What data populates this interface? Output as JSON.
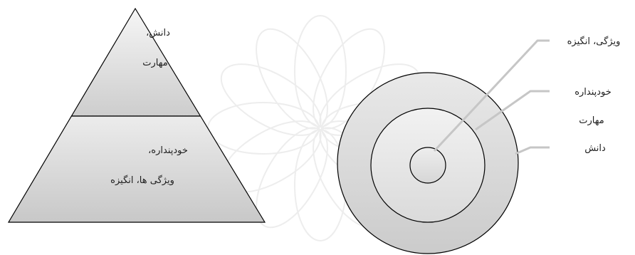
{
  "pyramid": {
    "top": {
      "line1": "دانش،",
      "line2": "مهارت"
    },
    "bottom": {
      "line1": "خودپنداره،",
      "line2": "ویژگی ها، انگیزه"
    }
  },
  "onion": {
    "labels": [
      "ویژگی، انگیزه",
      "خودپنداره",
      "مهارت",
      "دانش"
    ]
  }
}
